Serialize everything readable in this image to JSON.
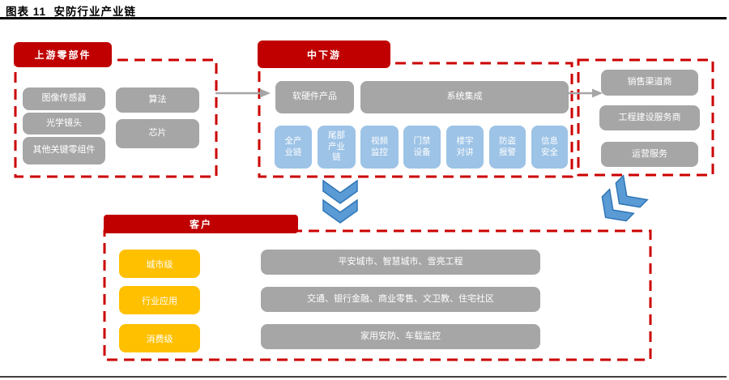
{
  "title": "图表 11  安防行业产业链",
  "colors": {
    "accent_red": "#c00000",
    "dash_red": "#cc0000",
    "box_gray": "#a6a6a6",
    "box_blue": "#9dc3e6",
    "box_yellow": "#ffc000",
    "arrow_blue_fill": "#5b9bd5",
    "arrow_blue_stroke": "#2e75b6",
    "arrow_gray": "#a6a6a6"
  },
  "upstream": {
    "header": "上游零部件",
    "left_items": [
      "图像传感器",
      "光学镜头",
      "其他关键零组件"
    ],
    "right_items": [
      "算法",
      "芯片"
    ]
  },
  "midstream": {
    "header": "中下游",
    "product_blocks": [
      "软硬件产品",
      "系统集成"
    ],
    "segment_blocks": [
      "全产业链",
      "尾部产业链",
      "视频监控",
      "门禁设备",
      "楼宇对讲",
      "防盗报警",
      "信息安全"
    ]
  },
  "services": {
    "items": [
      "销售渠道商",
      "工程建设服务商",
      "运营服务"
    ]
  },
  "customers": {
    "header": "客户",
    "tiers": [
      "城市级",
      "行业应用",
      "消费级"
    ],
    "applications": [
      "平安城市、智慧城市、雪亮工程",
      "交通、银行金融、商业零售、文卫教、住宅社区",
      "家用安防、车载监控"
    ]
  }
}
